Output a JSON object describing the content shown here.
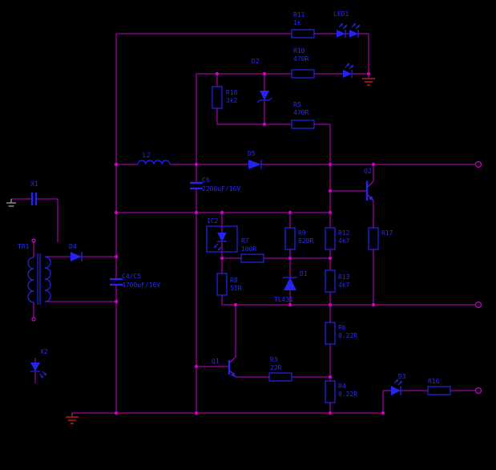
{
  "diagram": {
    "type": "circuit-schematic",
    "canvas": {
      "background": "#000000"
    },
    "colors": {
      "wire": "#c800c8",
      "component": "#2424f0",
      "text": "#2a2af5",
      "ground": "#a01818",
      "chassis_ground": "#8a8a8a"
    },
    "components": {
      "r11": {
        "ref": "R11",
        "value": "1k"
      },
      "led1": {
        "ref": "LED1"
      },
      "r10": {
        "ref": "R10",
        "value": "470R"
      },
      "d2": {
        "ref": "D2"
      },
      "r18": {
        "ref": "R18",
        "value": "3k2"
      },
      "r5": {
        "ref": "R5",
        "value": "470R"
      },
      "l2": {
        "ref": "L2"
      },
      "d5": {
        "ref": "D5"
      },
      "c6": {
        "ref": "C6",
        "value": "2200uF/16V"
      },
      "q2": {
        "ref": "Q2"
      },
      "x1": {
        "ref": "X1"
      },
      "tr1": {
        "ref": "TR1"
      },
      "d4": {
        "ref": "D4"
      },
      "c4": {
        "ref": "C4/C5",
        "value": "4700uF/16V"
      },
      "ic2": {
        "ref": "IC2"
      },
      "r7": {
        "ref": "R7",
        "value": "100R"
      },
      "r9": {
        "ref": "R9",
        "value": "820R"
      },
      "r12": {
        "ref": "R12",
        "value": "4k7"
      },
      "r17": {
        "ref": "R17"
      },
      "d1": {
        "ref": "D1",
        "value": "TL431"
      },
      "r8": {
        "ref": "R8",
        "value": "51R"
      },
      "r13": {
        "ref": "R13",
        "value": "4k7"
      },
      "r6": {
        "ref": "R6",
        "value": "0.22R"
      },
      "q1": {
        "ref": "Q1"
      },
      "r3": {
        "ref": "R3",
        "value": "22R"
      },
      "r4": {
        "ref": "R4",
        "value": "0.22R"
      },
      "d3": {
        "ref": "D3"
      },
      "r16": {
        "ref": "R16"
      },
      "x2": {
        "ref": "X2"
      }
    }
  }
}
